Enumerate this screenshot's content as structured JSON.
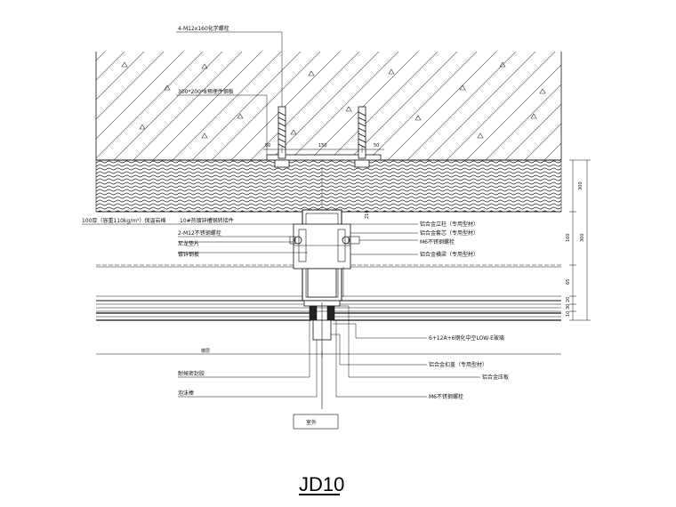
{
  "drawing_title": "JD10",
  "labels": {
    "anchor_bolts": "4-M12x160化学螺栓",
    "embed_plate": "300*200*8预埋件钢板",
    "insulation": "100厚（容重110kg/m³）保温岩棉",
    "steel_angle": "10#热镀锌槽钢转接件",
    "bolts_m12": "2-M12不锈钢螺栓",
    "pad": "尼龙垫片",
    "fire_board": "镀锌钢板",
    "alum_mullion": "铝合金立柱（专用型材）",
    "alum_connector": "铝合金套芯（专用型材）",
    "m6_screws": "M6不锈钢螺栓",
    "alum_beam": "铝合金横梁（专用型材）",
    "glass": "6+12A+6钢化中空LOW-E玻璃",
    "pressure_cap": "铝合金扣盖（专用型材）",
    "pressure_plate": "铝合金压板",
    "m6_bolt": "M6不锈钢螺栓",
    "sealant": "耐候密封胶",
    "foam_rod": "泡沫棒",
    "outside": "室外"
  },
  "dims": {
    "d50a": "50",
    "d150": "150",
    "d50b": "50",
    "d210": "210",
    "d300a": "300",
    "d100": "100",
    "d300b": "300",
    "d65": "65",
    "d20": "20",
    "d30": "30",
    "d10": "10",
    "floor": "楼层"
  },
  "colors": {
    "line": "#111111",
    "hatch": "#333333"
  }
}
